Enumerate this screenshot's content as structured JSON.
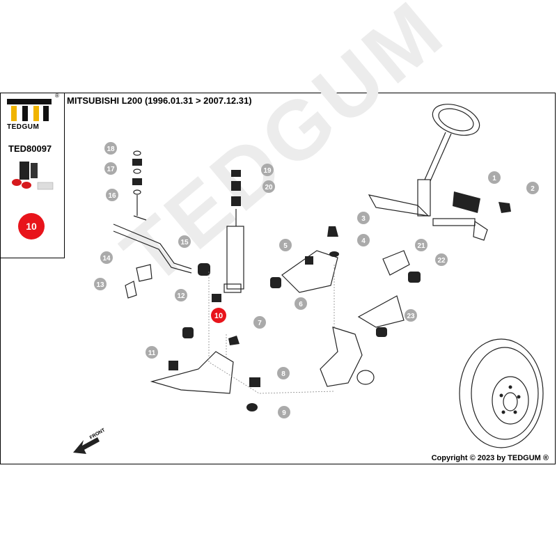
{
  "header": {
    "title": "MITSUBISHI L200 (1996.01.31 > 2007.12.31)"
  },
  "brand": {
    "name": "TEDGUM",
    "part_code": "TED80097",
    "reg_mark": "®",
    "highlight_number": "10"
  },
  "diagram": {
    "watermark": "TEDGUM",
    "front_label": "FRONT",
    "highlight_color": "#e8141b",
    "callouts": [
      "1",
      "2",
      "3",
      "4",
      "5",
      "6",
      "7",
      "8",
      "9",
      "10",
      "11",
      "12",
      "13",
      "14",
      "15",
      "16",
      "17",
      "18",
      "19",
      "20",
      "21",
      "22",
      "23"
    ]
  },
  "footer": {
    "copyright": "Copyright © 2023 by TEDGUM ®"
  }
}
